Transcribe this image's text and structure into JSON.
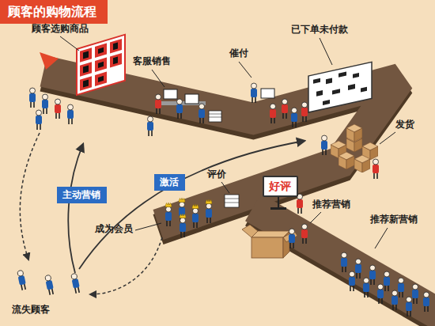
{
  "diagram": {
    "title": "顾客的购物流程",
    "nodes": [
      {
        "text": [
          "主动营销"
        ]
      },
      {
        "text": [
          "激活"
        ]
      },
      {
        "text": [
          "好评"
        ]
      }
    ],
    "labels": [
      "顾客选购商品",
      "客服销售",
      "催付",
      "已下单未付款",
      "发货",
      "评价",
      "成为会员",
      "推荐营销",
      "推荐新营销",
      "流失顾客"
    ]
  }
}
